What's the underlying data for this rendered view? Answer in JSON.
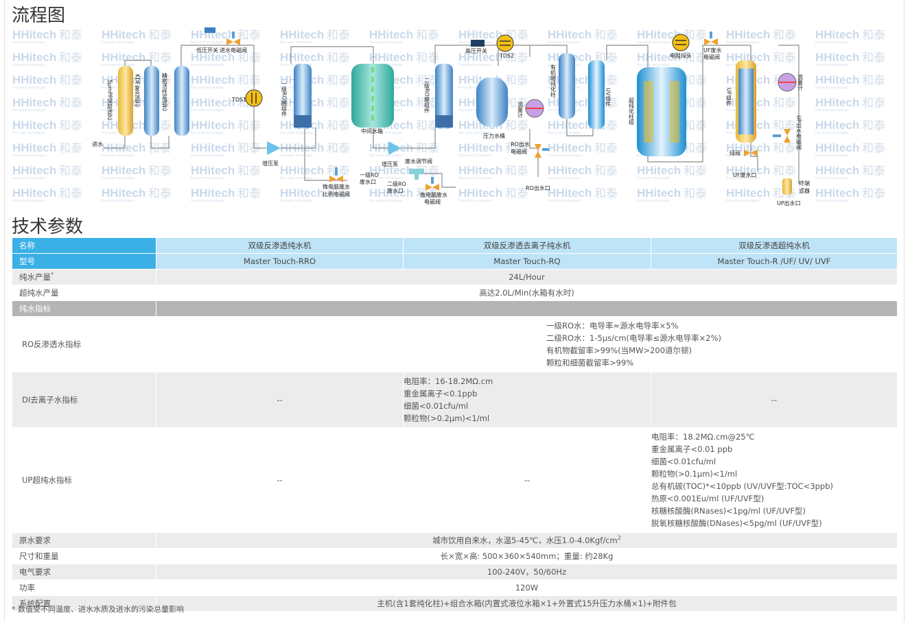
{
  "page": {
    "flow_title": "流程图",
    "spec_title": "技术参数",
    "footnote": "* 数值受不同温度、进水水质及进水的污染总量影响"
  },
  "diagram": {
    "watermark_en": "HHitech",
    "watermark_cn": "和泰",
    "watermark_sub": "Pure water technologies",
    "labels": {
      "inlet": "进水",
      "filter1": "5μmPP深层滤芯",
      "filter2": "KDF复合滤芯",
      "filter3": "精密活性炭滤芯",
      "low_pressure_switch": "低压开关",
      "inlet_valve": "进水电磁阀",
      "tds1": "TDS1",
      "booster_pump1": "增压泵",
      "ro1": "一级RO膜组件",
      "micro_valve1_a": "微电脑废水",
      "micro_valve1_b": "比例电磁阀",
      "ro1_drain_a": "一级RO",
      "ro1_drain_b": "废水口",
      "mid_tank": "中间水箱",
      "booster_pump2": "增压泵",
      "drain_adjust": "废水调节阀",
      "ro2_drain_a": "二级RO",
      "ro2_drain_b": "废水口",
      "micro_valve2_a": "微电脑废水",
      "micro_valve2_b": "电磁阀",
      "ro2": "二级RO膜组件",
      "high_pressure_switch": "高压开关",
      "tds2": "TDS2",
      "pressure_tank": "压力水桶",
      "flow_meter1": "流量计",
      "ro_out_valve_a": "RO出水",
      "ro_out_valve_b": "电磁阀",
      "ro_out": "RO出水口",
      "organic_column": "有机物纯化柱",
      "uv": "UV组件",
      "ultra_column": "超纯化柱组",
      "resistivity_probe": "电阻探头",
      "uf_drain_valve_a": "UF废水",
      "uf_drain_valve_b": "电磁阀",
      "uf": "UF组件",
      "green_valve": "绿阀",
      "uf_drain": "UF废水口",
      "flow_meter2": "流量计",
      "up_valve": "UP出水电磁阀",
      "terminal_filter_a": "终端",
      "terminal_filter_b": "滤器",
      "up_out": "UP出水口"
    }
  },
  "table": {
    "header": {
      "name_label": "名称",
      "model_label": "型号",
      "products": [
        "双级反渗透纯水机",
        "双级反渗透去离子纯水机",
        "双级反渗透超纯水机"
      ],
      "models": [
        "Master Touch-RRO",
        "Master Touch-RQ",
        "Master Touch-R /UF/ UV/ UVF"
      ]
    },
    "pure_output": {
      "label": "纯水产量",
      "sup": "*",
      "value": "24L/Hour"
    },
    "ultra_output": {
      "label": "超纯水产量",
      "value": "高达2.0L/Min(水箱有水时)"
    },
    "pure_index_label": "纯水指标",
    "ro_index": {
      "label": "RO反渗透水指标",
      "lines": [
        "一级RO水：电导率≈源水电导率×5%",
        "二级RO水：1-5μs/cm(电导率≤源水电导率×2%)",
        "有机物截留率>99%(当MW>200道尔顿)",
        "颗粒和细菌截留率>99%"
      ]
    },
    "di_index": {
      "label": "DI去离子水指标",
      "col1": "--",
      "lines": [
        "电阻率：16-18.2MΩ.cm",
        "重金属离子<0.1ppb",
        "细菌<0.01cfu/ml",
        "颗粒物(>0.2μm)<1/ml"
      ],
      "col3": "--"
    },
    "up_index": {
      "label": "UP超纯水指标",
      "col1": "--",
      "col2": "--",
      "lines": [
        "电阻率：18.2MΩ.cm@25℃",
        "重金属离子<0.01 ppb",
        "细菌<0.01cfu/ml",
        "颗粒物(>0.1μm)<1/ml",
        "总有机碳(TOC)*<10ppb (UV/UVF型:TOC<3ppb)",
        "热原<0.001Eu/ml (UF/UVF型)",
        "核糖核酸酶(RNases)<1pg/ml (UF/UVF型)",
        "脱氧核糖核酸酶(DNases)<5pg/ml (UF/UVF型)"
      ]
    },
    "raw_water": {
      "label": "原水要求",
      "value": "城市饮用自来水，水温5-45℃，水压1.0-4.0Kgf/cm",
      "sup": "2"
    },
    "size_weight": {
      "label": "尺寸和重量",
      "value": "长×宽×高: 500×360×540mm；重量: 约28Kg"
    },
    "electric": {
      "label": "电气要求",
      "value": "100-240V，50/60Hz"
    },
    "power": {
      "label": "功率",
      "value": "120W"
    },
    "config": {
      "label": "系统配置",
      "value": "主机(含1套纯化柱)+组合水箱(内置式液位水箱×1+外置式15升压力水桶×1)+附件包"
    }
  },
  "colors": {
    "header_accent": "#3ab0e6",
    "header_light": "#bfe4f7",
    "row_gray": "#ececec",
    "subheader_gray": "#b4b4b4"
  }
}
